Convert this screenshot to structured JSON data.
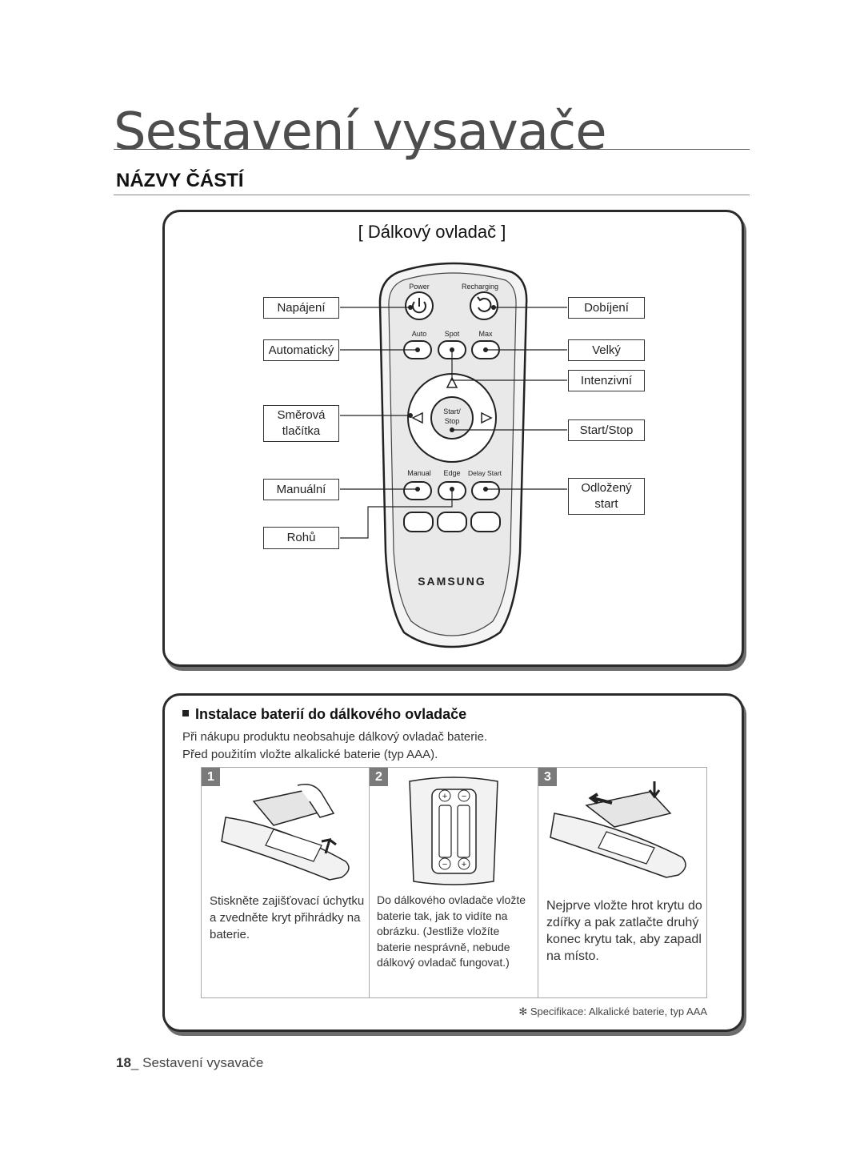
{
  "page": {
    "title": "Sestavení vysavače",
    "section": "NÁZVY ČÁSTÍ"
  },
  "remote": {
    "heading": "[ Dálkový ovladač ]",
    "button_labels": {
      "power": "Power",
      "recharging": "Recharging",
      "auto": "Auto",
      "spot": "Spot",
      "max": "Max",
      "start_stop": "Start/ Stop",
      "manual": "Manual",
      "edge": "Edge",
      "delay_start": "Delay Start"
    },
    "brand": "SAMSUNG",
    "callouts_left": {
      "power": "Napájení",
      "auto": "Automatický",
      "direction": "Směrová tlačítka",
      "manual": "Manuální",
      "edge": "Rohů"
    },
    "callouts_right": {
      "recharging": "Dobíjení",
      "max": "Velký",
      "spot": "Intenzivní",
      "start_stop": "Start/Stop",
      "delay_start": "Odložený start"
    }
  },
  "battery": {
    "heading": "Instalace baterií do dálkového ovladače",
    "intro_1": "Při nákupu produktu neobsahuje dálkový ovladač baterie.",
    "intro_2": "Před použitím vložte alkalické baterie (typ AAA).",
    "steps": [
      {
        "num": "1",
        "text": "Stiskněte zajišťovací úchytku a zvedněte kryt přihrádky na baterie."
      },
      {
        "num": "2",
        "text": "Do dálkového ovladače vložte baterie tak, jak to vidíte na obrázku. (Jestliže vložíte baterie nesprávně, nebude dálkový ovladač fungovat.)"
      },
      {
        "num": "3",
        "text": "Nejprve vložte hrot krytu do zdířky a pak zatlačte druhý konec krytu tak, aby zapadl na místo."
      }
    ],
    "spec_note": "✻ Specifikace: Alkalické baterie, typ AAA"
  },
  "footer": {
    "page_number": "18",
    "text": "_ Sestavení vysavače"
  }
}
